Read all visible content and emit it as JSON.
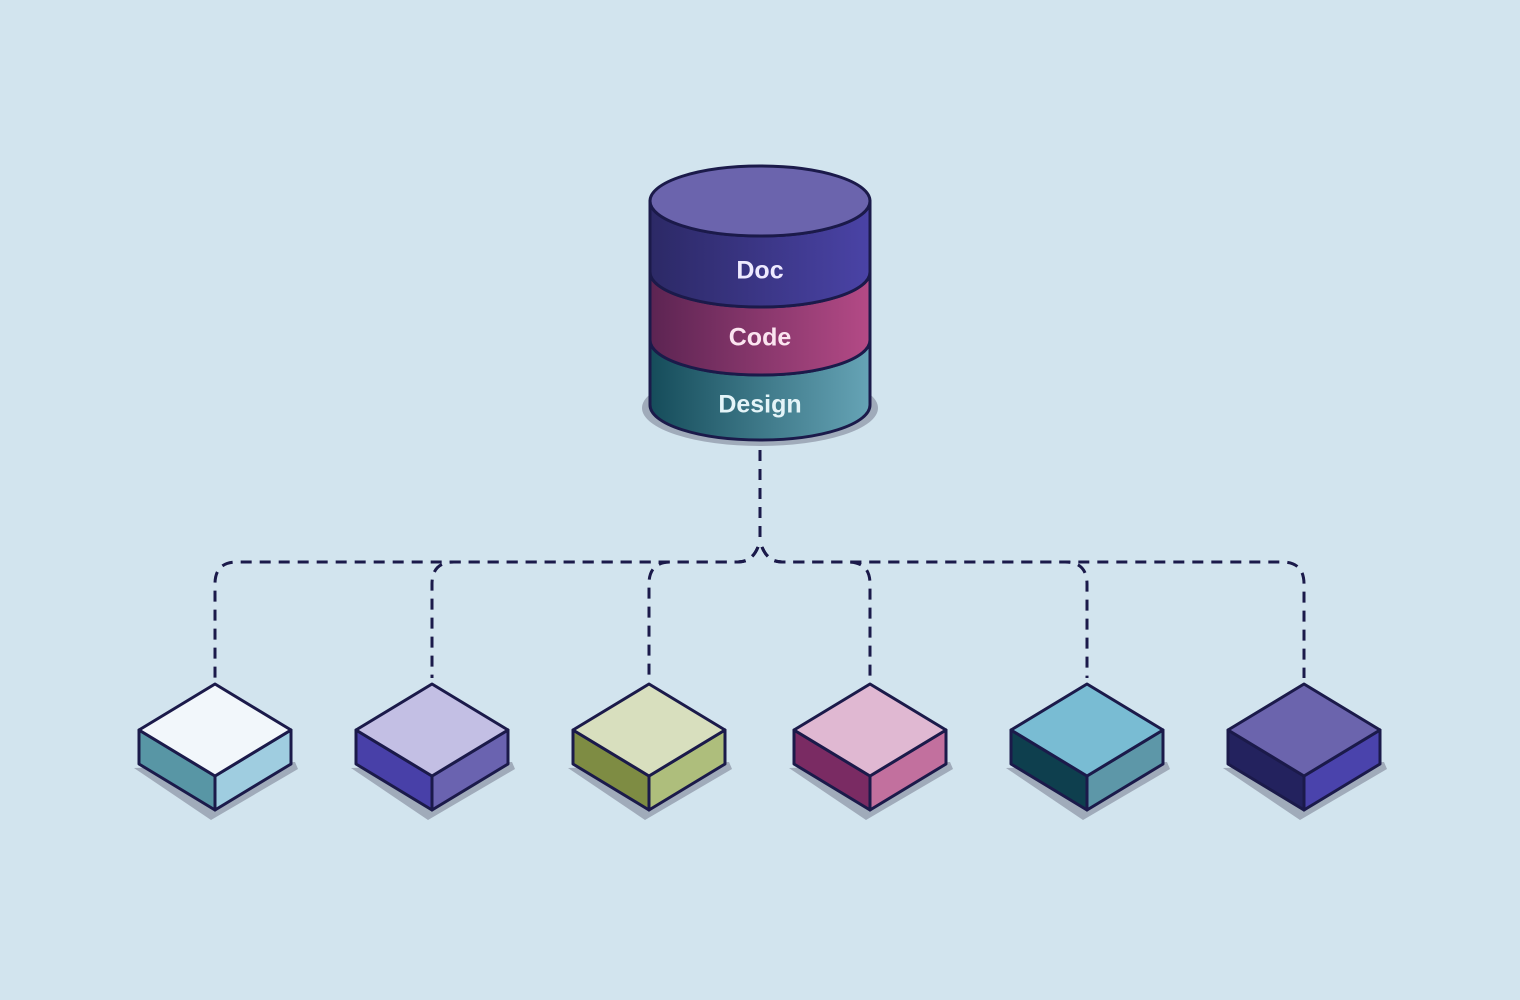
{
  "background": "#d2e4ee",
  "outline_color": "#1b1a4a",
  "database": {
    "top_color": "#6b64ad",
    "layers": [
      {
        "label": "Doc",
        "dark": "#2c2966",
        "light": "#4a43a6",
        "text": "#eeeaff"
      },
      {
        "label": "Code",
        "dark": "#5c2452",
        "light": "#b44a86",
        "text": "#fbe4f0"
      },
      {
        "label": "Design",
        "dark": "#154c5a",
        "light": "#66a4b6",
        "text": "#e4f4f8"
      }
    ]
  },
  "blocks": [
    {
      "top": "#f2f7fb",
      "left": "#5896a5",
      "right": "#9fcde0"
    },
    {
      "top": "#c3bfe4",
      "left": "#4840a8",
      "right": "#6a63b0"
    },
    {
      "top": "#d8dfbe",
      "left": "#7e8c43",
      "right": "#aebe7c"
    },
    {
      "top": "#e0b8d2",
      "left": "#7a2b63",
      "right": "#c2709e"
    },
    {
      "top": "#79bcd3",
      "left": "#0e3f4e",
      "right": "#5d97a8"
    },
    {
      "top": "#6b64ad",
      "left": "#23225e",
      "right": "#4a43ac"
    }
  ]
}
